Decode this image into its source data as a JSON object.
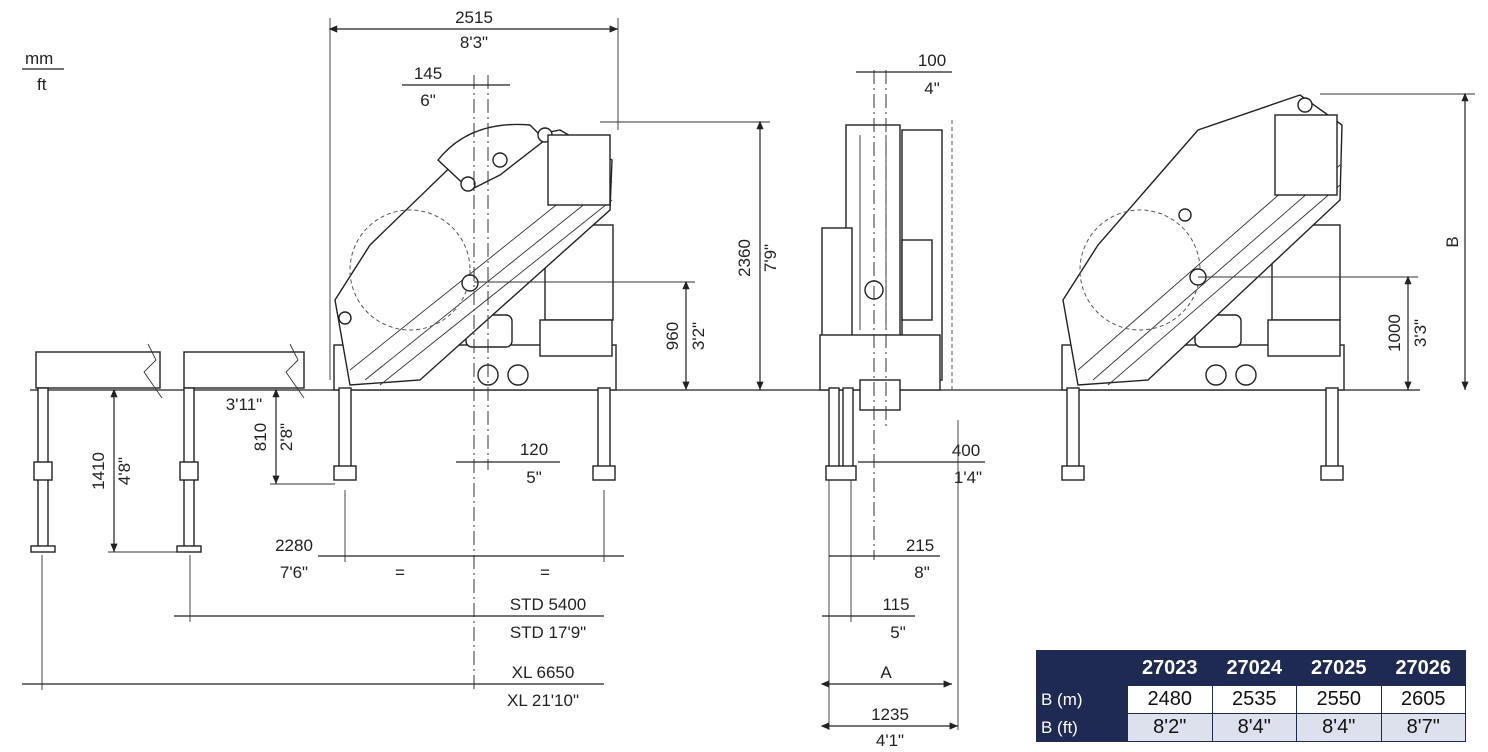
{
  "units": {
    "top": "mm",
    "bottom": "ft"
  },
  "dimensions": {
    "overall_width": {
      "mm": "2515",
      "ft": "8'3\""
    },
    "offset_145": {
      "mm": "145",
      "ft": "6\""
    },
    "height_2360": {
      "mm": "2360",
      "ft": "7'9\""
    },
    "height_960": {
      "mm": "960",
      "ft": "3'2\""
    },
    "left_3_11": "3'11\"",
    "leg_810": {
      "mm": "810",
      "ft": "2'8\""
    },
    "leg_1410": {
      "mm": "1410",
      "ft": "4'8\""
    },
    "offset_120": {
      "mm": "120",
      "ft": "5\""
    },
    "span_2280": {
      "mm": "2280",
      "ft": "7'6\""
    },
    "equal": "=",
    "std": {
      "mm": "STD 5400",
      "ft": "STD 17'9\""
    },
    "xl": {
      "mm": "XL 6650",
      "ft": "XL 21'10\""
    },
    "side_100": {
      "mm": "100",
      "ft": "4\""
    },
    "side_400": {
      "mm": "400",
      "ft": "1'4\""
    },
    "side_215": {
      "mm": "215",
      "ft": "8\""
    },
    "side_115": {
      "mm": "115",
      "ft": "5\""
    },
    "side_A": "A",
    "side_1235": {
      "mm": "1235",
      "ft": "4'1\""
    },
    "right_B": "B",
    "right_1000": {
      "mm": "1000",
      "ft": "3'3\""
    }
  },
  "table": {
    "headers": [
      "",
      "27023",
      "27024",
      "27025",
      "27026"
    ],
    "rows": [
      {
        "label": "B (m)",
        "values": [
          "2480",
          "2535",
          "2550",
          "2605"
        ]
      },
      {
        "label": "B (ft)",
        "values": [
          "8'2\"",
          "8'4\"",
          "8'4\"",
          "8'7\""
        ]
      }
    ],
    "header_color": "#1e2a52",
    "alt_row_color": "#dde1ee"
  }
}
